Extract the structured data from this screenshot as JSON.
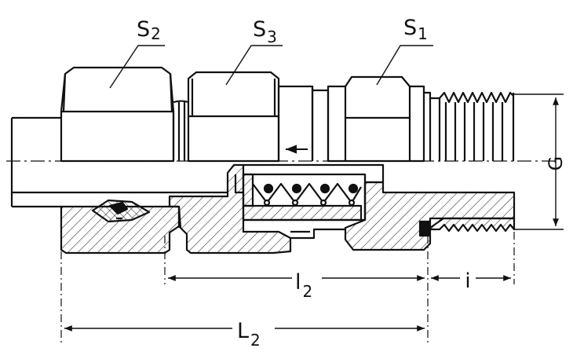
{
  "labels": {
    "s2": {
      "main": "S",
      "sub": "2"
    },
    "s3": {
      "main": "S",
      "sub": "3"
    },
    "s1": {
      "main": "S",
      "sub": "1"
    },
    "g": "G",
    "l2": {
      "main": "l",
      "sub": "2"
    },
    "i": "i",
    "L2": {
      "main": "L",
      "sub": "2"
    }
  },
  "colors": {
    "ink": "#111111",
    "hatch": "#222222",
    "paper": "#ffffff"
  },
  "icons": {
    "flow_arrow": "arrow-left-icon"
  }
}
